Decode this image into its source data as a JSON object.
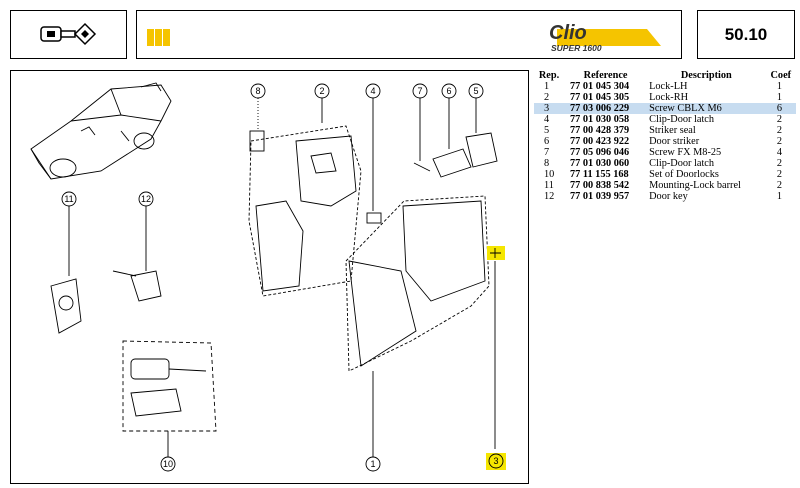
{
  "header": {
    "brand": "Clio",
    "model": "SUPER 1600",
    "page_number": "50.10",
    "icon": "lock-key-icon"
  },
  "diagram": {
    "callouts": [
      "8",
      "2",
      "4",
      "7",
      "6",
      "5",
      "11",
      "12",
      "10",
      "1",
      "3"
    ],
    "highlight_color": "#f5e600"
  },
  "parts": {
    "headers": [
      "Rep.",
      "Reference",
      "Description",
      "Coef"
    ],
    "rows": [
      {
        "rep": "1",
        "reference": "77 01 045 304",
        "description": "Lock-LH",
        "coef": "1"
      },
      {
        "rep": "2",
        "reference": "77 01 045 305",
        "description": "Lock-RH",
        "coef": "1"
      },
      {
        "rep": "3",
        "reference": "77 03 006 229",
        "description": "Screw CBLX M6",
        "coef": "6"
      },
      {
        "rep": "4",
        "reference": "77 01 030 058",
        "description": "Clip-Door latch",
        "coef": "2"
      },
      {
        "rep": "5",
        "reference": "77 00 428 379",
        "description": "Striker seal",
        "coef": "2"
      },
      {
        "rep": "6",
        "reference": "77 00 423 922",
        "description": "Door striker",
        "coef": "2"
      },
      {
        "rep": "7",
        "reference": "77 05 096 046",
        "description": "Screw FX M8-25",
        "coef": "4"
      },
      {
        "rep": "8",
        "reference": "77 01 030 060",
        "description": "Clip-Door latch",
        "coef": "2"
      },
      {
        "rep": "10",
        "reference": "77 11 155 168",
        "description": "Set of Doorlocks",
        "coef": "2"
      },
      {
        "rep": "11",
        "reference": "77 00 838 542",
        "description": "Mounting-Lock barrel",
        "coef": "2"
      },
      {
        "rep": "12",
        "reference": "77 01 039 957",
        "description": "Door key",
        "coef": "1"
      }
    ],
    "selected_rep": "3"
  }
}
